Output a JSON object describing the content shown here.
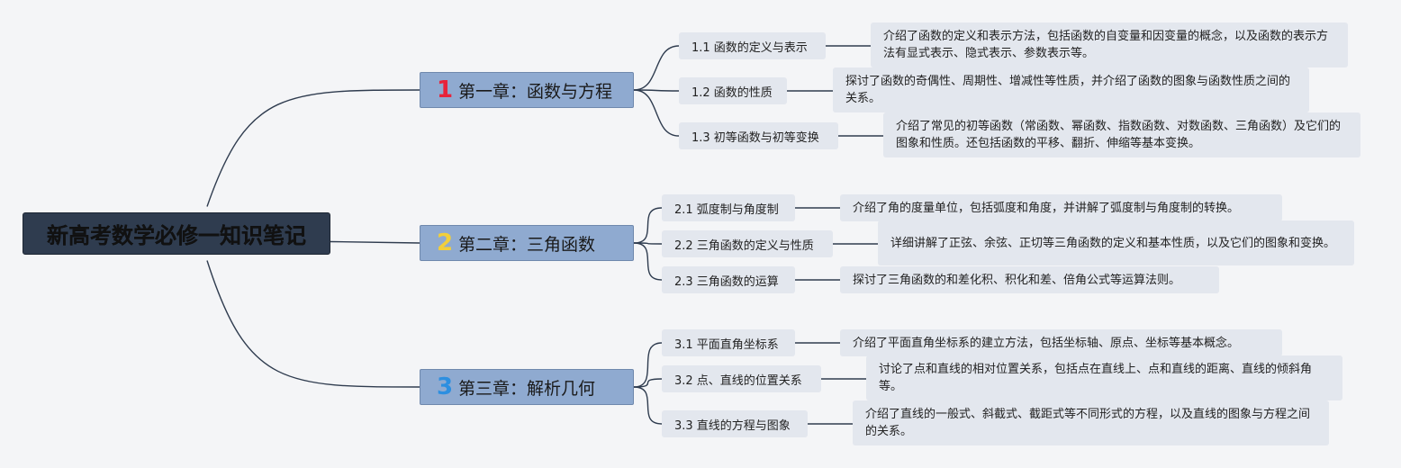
{
  "root": {
    "label": "新高考数学必修一知识笔记"
  },
  "chapters": [
    {
      "num": "1",
      "num_color": "#e8233b",
      "label": "第一章：函数与方程",
      "sections": [
        {
          "label": "1.1 函数的定义与表示",
          "desc": "介绍了函数的定义和表示方法，包括函数的自变量和因变量的概念，以及函数的表示方法有显式表示、隐式表示、参数表示等。"
        },
        {
          "label": "1.2 函数的性质",
          "desc": "探讨了函数的奇偶性、周期性、增减性等性质，并介绍了函数的图象与函数性质之间的关系。"
        },
        {
          "label": "1.3 初等函数与初等变换",
          "desc": "介绍了常见的初等函数（常函数、幂函数、指数函数、对数函数、三角函数）及它们的图象和性质。还包括函数的平移、翻折、伸缩等基本变换。"
        }
      ]
    },
    {
      "num": "2",
      "num_color": "#f2cf3a",
      "label": "第二章：三角函数",
      "sections": [
        {
          "label": "2.1 弧度制与角度制",
          "desc": "介绍了角的度量单位，包括弧度和角度，并讲解了弧度制与角度制的转换。"
        },
        {
          "label": "2.2 三角函数的定义与性质",
          "desc": "详细讲解了正弦、余弦、正切等三角函数的定义和基本性质，以及它们的图象和变换。"
        },
        {
          "label": "2.3 三角函数的运算",
          "desc": "探讨了三角函数的和差化积、积化和差、倍角公式等运算法则。"
        }
      ]
    },
    {
      "num": "3",
      "num_color": "#2d8fe0",
      "label": "第三章：解析几何",
      "sections": [
        {
          "label": "3.1 平面直角坐标系",
          "desc": "介绍了平面直角坐标系的建立方法，包括坐标轴、原点、坐标等基本概念。"
        },
        {
          "label": "3.2 点、直线的位置关系",
          "desc": "讨论了点和直线的相对位置关系，包括点在直线上、点和直线的距离、直线的倾斜角等。"
        },
        {
          "label": "3.3 直线的方程与图象",
          "desc": "介绍了直线的一般式、斜截式、截距式等不同形式的方程，以及直线的图象与方程之间的关系。"
        }
      ]
    }
  ],
  "colors": {
    "link": "#2f3c4f",
    "chapter_fill": "#8faad0",
    "node_fill": "#e3e7ee",
    "root_fill": "#2f3c4f"
  }
}
